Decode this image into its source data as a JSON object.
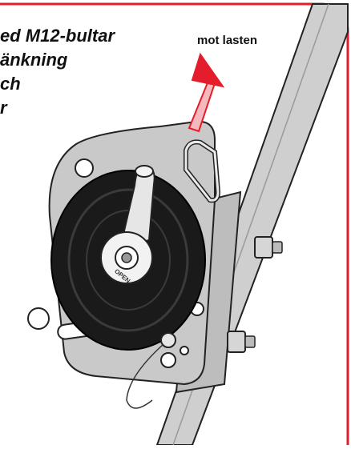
{
  "caption": {
    "lines": [
      "ed M12-bultar",
      "änkning",
      "ch",
      "r"
    ]
  },
  "callout": {
    "label": "mot lasten"
  },
  "handle": {
    "text": "OPEN"
  },
  "colors": {
    "frame": "#e31d2b",
    "arrow": "#e31d2b",
    "drum": "#1a1a1a",
    "plate": "#c9c9c9",
    "outline": "#222222"
  }
}
